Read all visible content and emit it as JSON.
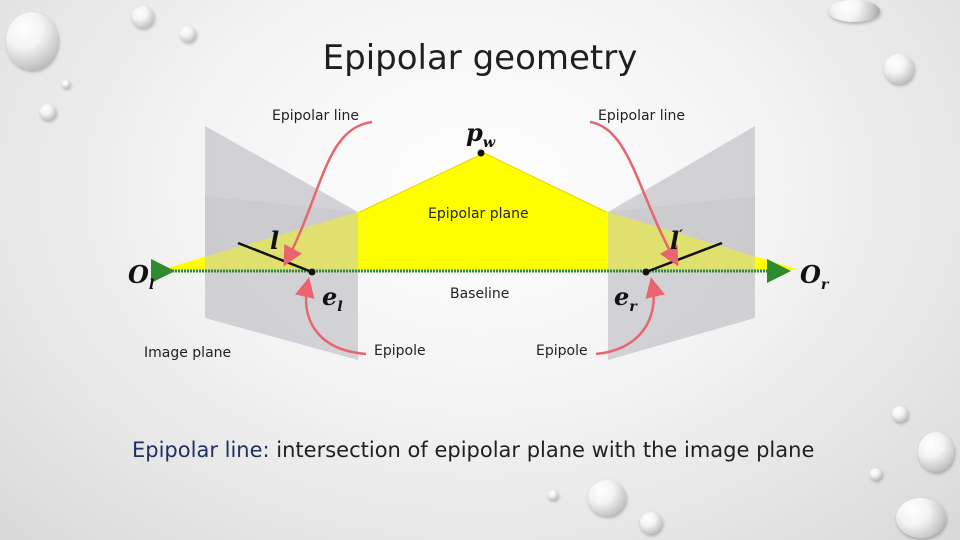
{
  "slide": {
    "title": "Epipolar geometry",
    "labels": {
      "epipolar_line_left": "Epipolar line",
      "epipolar_line_right": "Epipolar line",
      "epipolar_plane": "Epipolar plane",
      "baseline": "Baseline",
      "image_plane": "Image plane",
      "epipole_left": "Epipole",
      "epipole_right": "Epipole"
    },
    "symbols": {
      "p_base": "p",
      "p_sub": "w",
      "ol_base": "O",
      "ol_sub": "l",
      "or_base": "O",
      "or_sub": "r",
      "el_base": "e",
      "el_sub": "l",
      "er_base": "e",
      "er_sub": "r",
      "l": "l",
      "l_prime_base": "l",
      "l_prime_sup": "′"
    },
    "caption": {
      "term": "Epipolar line:",
      "definition": " intersection of epipolar plane with the image plane"
    }
  },
  "colors": {
    "plane_fill": "#ffff00",
    "baseline": "#2e8b2e",
    "arrows": "#e8646e",
    "image_plane": "#c8c8cc"
  }
}
